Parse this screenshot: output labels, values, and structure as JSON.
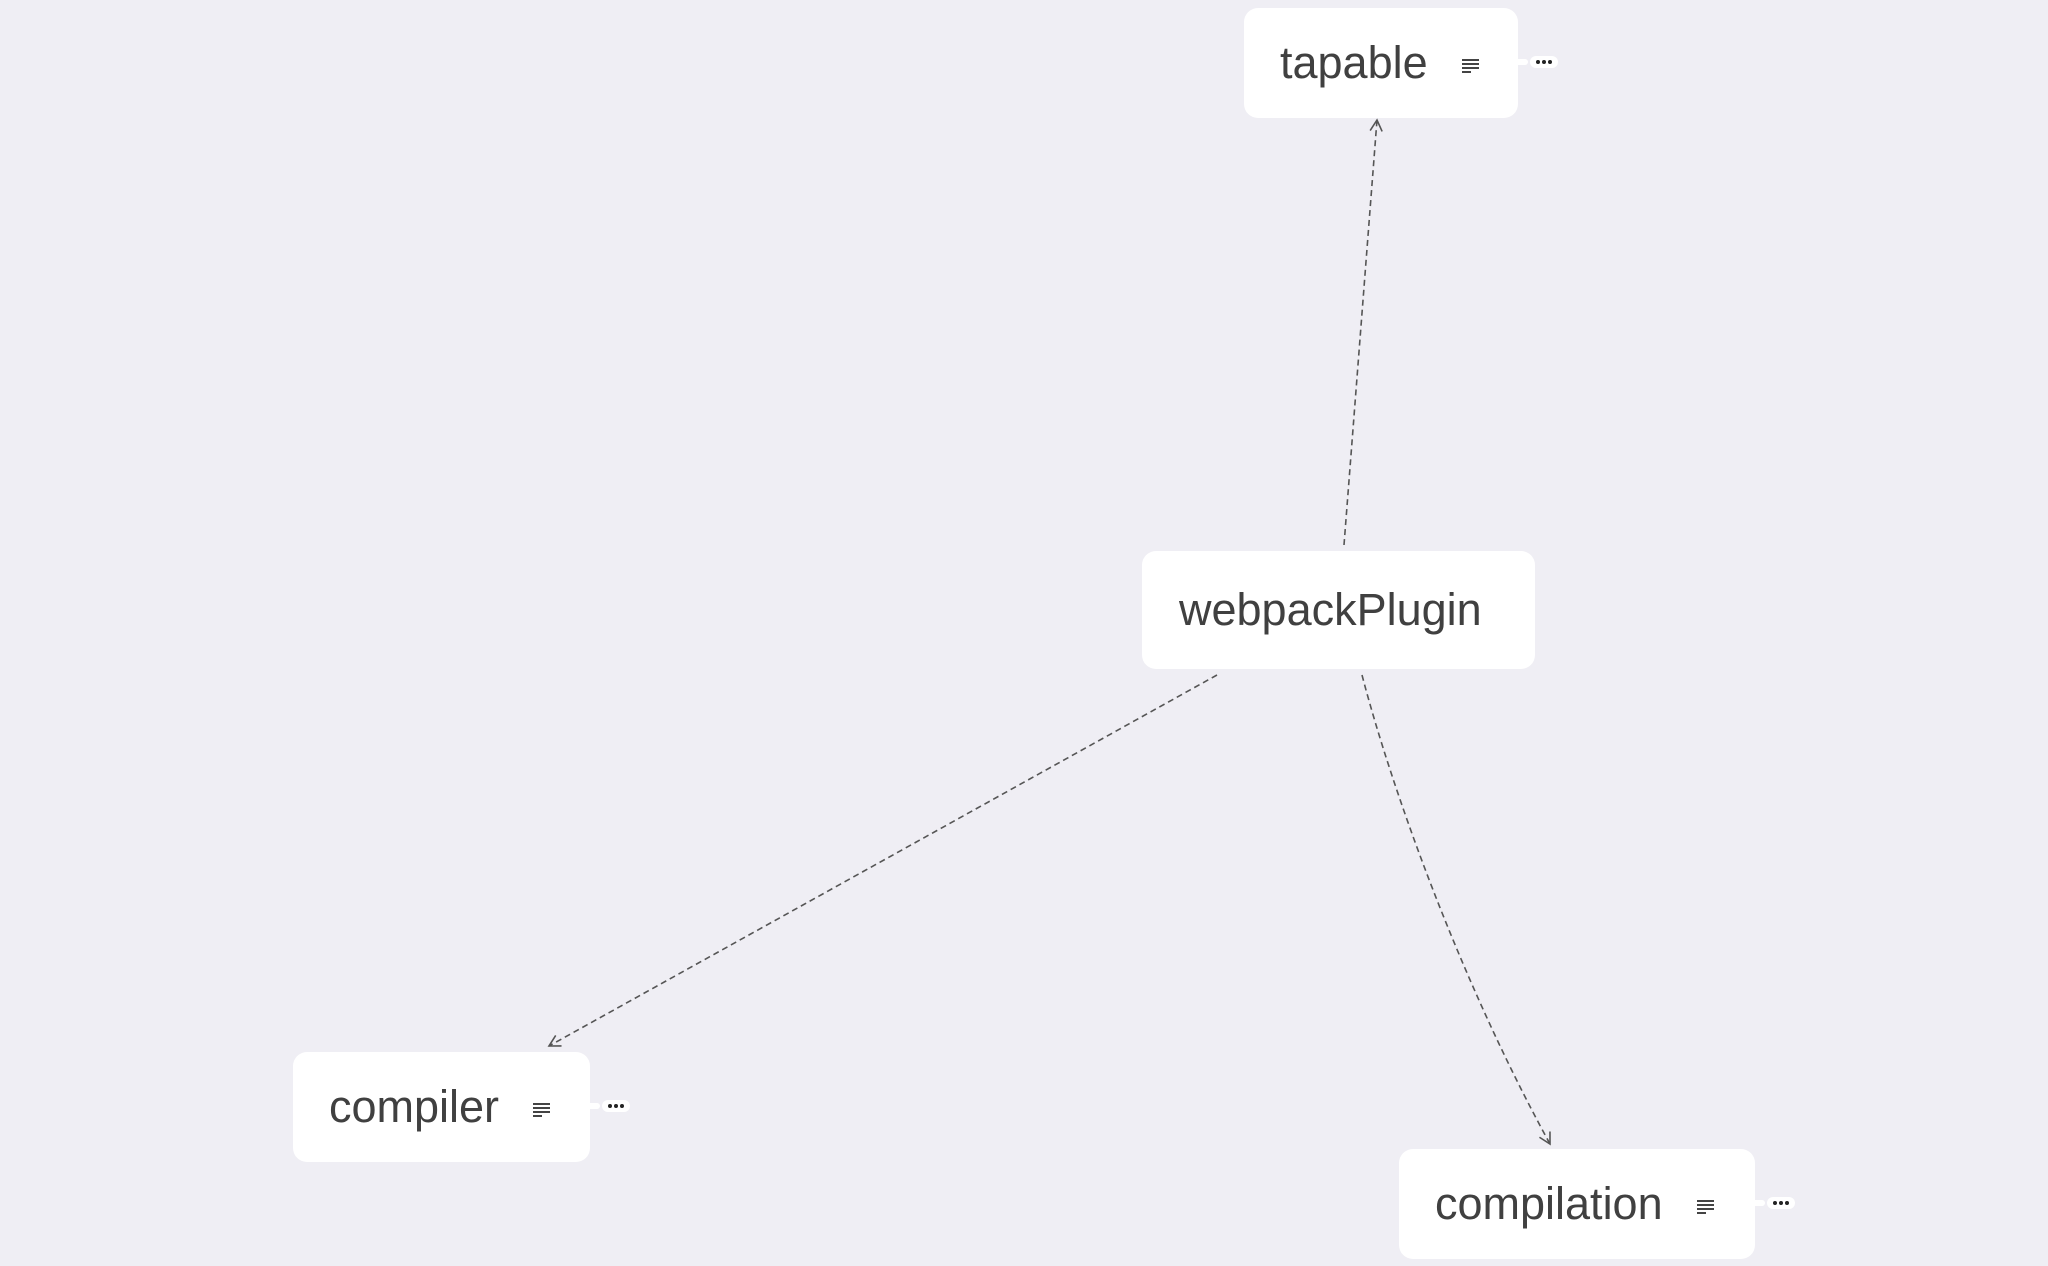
{
  "diagram": {
    "background": "#efeef4",
    "node_color": "#ffffff",
    "text_color": "#404040",
    "edge_color": "#555555",
    "center": {
      "label": "webpackPlugin"
    },
    "nodes": [
      {
        "label": "tapable",
        "has_notes": true,
        "notes_icon": "notes-icon",
        "more_icon": "more-icon"
      },
      {
        "label": "compiler",
        "has_notes": true,
        "notes_icon": "notes-icon",
        "more_icon": "more-icon"
      },
      {
        "label": "compilation",
        "has_notes": true,
        "notes_icon": "notes-icon",
        "more_icon": "more-icon"
      }
    ],
    "edges": [
      {
        "from": "webpackPlugin",
        "to": "tapable",
        "style": "dashed",
        "arrow": "open"
      },
      {
        "from": "webpackPlugin",
        "to": "compiler",
        "style": "dashed",
        "arrow": "open"
      },
      {
        "from": "webpackPlugin",
        "to": "compilation",
        "style": "dashed",
        "arrow": "open"
      }
    ]
  }
}
